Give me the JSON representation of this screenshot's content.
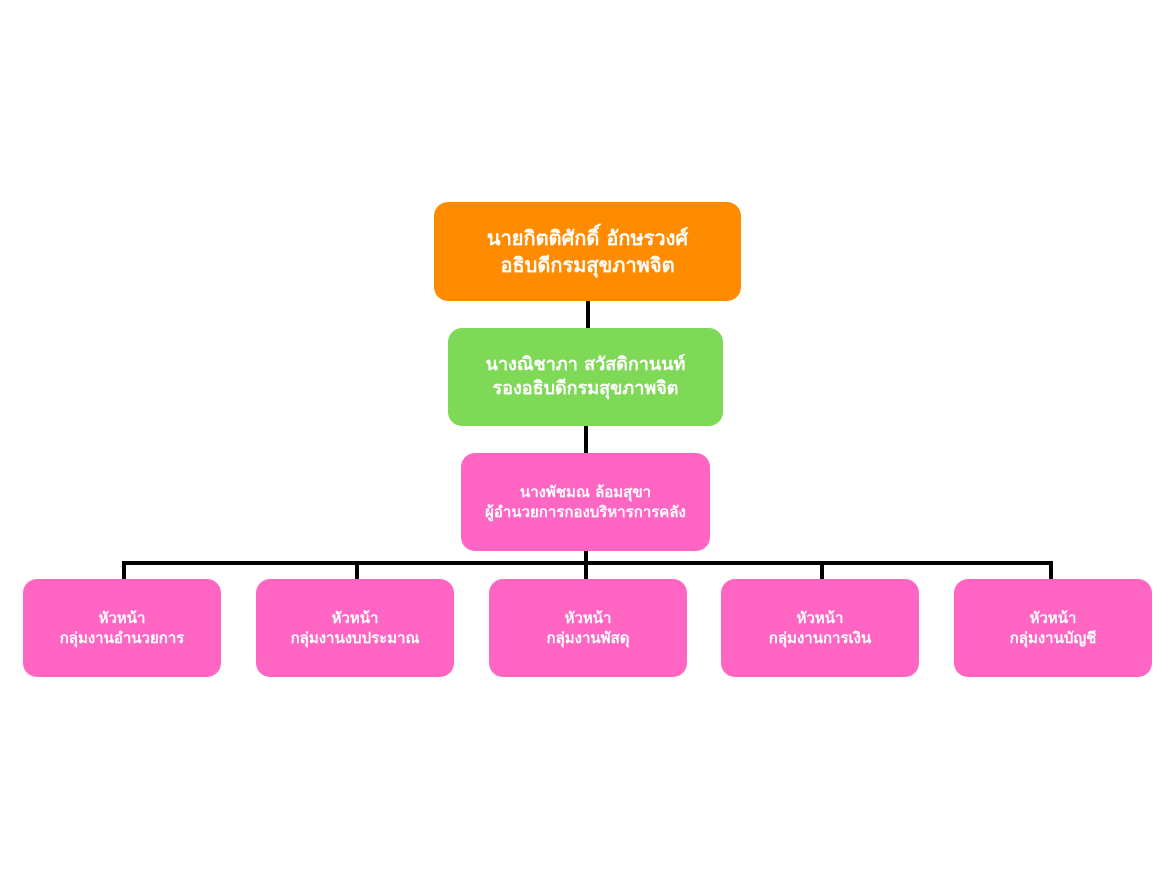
{
  "colors": {
    "director": "#ff8c00",
    "deputy": "#7ed957",
    "division": "#ff66c4",
    "group": "#ff66c4",
    "connector": "#000000"
  },
  "director": {
    "name": "นายกิตติศักดิ์ อักษรวงศ์",
    "position": "อธิบดีกรมสุขภาพจิต"
  },
  "deputy": {
    "name": "นางณิชาภา สวัสดิกานนท์",
    "position": "รองอธิบดีกรมสุขภาพจิต"
  },
  "division": {
    "name": "นางพัชมณ ล้อมสุขา",
    "position": "ผู้อำนวยการกองบริหารการคลัง"
  },
  "groups": [
    {
      "title": "หัวหน้า",
      "name": "กลุ่มงานอำนวยการ"
    },
    {
      "title": "หัวหน้า",
      "name": "กลุ่มงานงบประมาณ"
    },
    {
      "title": "หัวหน้า",
      "name": "กลุ่มงานพัสดุ"
    },
    {
      "title": "หัวหน้า",
      "name": "กลุ่มงานการเงิน"
    },
    {
      "title": "หัวหน้า",
      "name": "กลุ่มงานบัญชี"
    }
  ]
}
